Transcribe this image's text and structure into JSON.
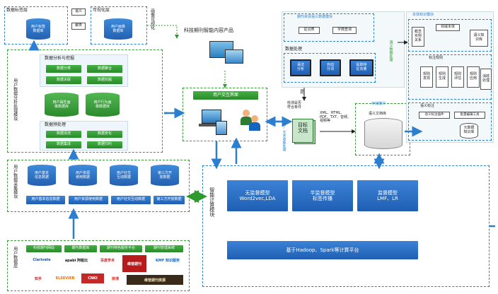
{
  "data_label_layer": {
    "title": "数据标签层",
    "db": "用户标签\n数据库",
    "tag_semantic": "语义",
    "tag_cluster": "聚类"
  },
  "visualization": {
    "title": "可视化层",
    "db": "用户画像\n数据库",
    "side_label": "画像可视化"
  },
  "analysis_module": {
    "side_label": "用户数据分析处理模块",
    "mining": {
      "title": "数据分析与挖掘",
      "items": [
        "数据分类",
        "数据聚合",
        "数据关联",
        "数据挖掘"
      ]
    },
    "dbs": [
      "用户属性画\n像数据库",
      "用户行为画\n像数据库"
    ],
    "prep": {
      "title": "数据预处理",
      "items": [
        "数据清洗",
        "数据变化",
        "数据集成",
        "数据归约"
      ]
    }
  },
  "collect_module": {
    "side_label": "用户数据采集模块",
    "dbs": [
      "用户基本\n信息数据",
      "用户资源\n使用数据",
      "用户社交\n互动数据",
      "第三方开\n放数据"
    ],
    "sources": [
      "用户基本信息数据",
      "用户资源使用数据",
      "用户社交互动数据",
      "第三方开放数据"
    ]
  },
  "user_data_layer": {
    "side_label": "用户数据层",
    "platforms": [
      "科技期刊网站",
      "期刊数据库",
      "期刊特色服务平台",
      "期刊管理系统"
    ],
    "logos": [
      "Clarivate",
      "apabi 阿帕比",
      "百度学术",
      "维普期刊",
      "KMF 知识服务",
      "知乎",
      "ELSEVIER",
      "CNKI",
      "微博",
      "维普期刊资源"
    ]
  },
  "product": {
    "title": "科技期刊智能内容产品",
    "ui_title": "用户交互界面"
  },
  "smart_compute": {
    "side_label": "智能计算模块",
    "models": [
      {
        "name": "无监督模型",
        "sub": "Word2vec,LDA"
      },
      {
        "name": "半监督模型",
        "sub": "标签传播"
      },
      {
        "name": "监督模型",
        "sub": "LMF、LR"
      }
    ],
    "platform": "基于Hadoop、Spark等计算平台"
  },
  "semantic_module": {
    "title": "期刊资源语义数据模块",
    "rules": "征词表",
    "dict": "字典查询",
    "processing": "数据处理",
    "steps": [
      "语法\n分析",
      "自动\n分词",
      "提取特\n征向量"
    ],
    "side_label": "语义数据处理",
    "yes": "是",
    "check": "检测是否\n符合条件",
    "formats": "XML、HTML、\nPDF、TXT、音频、\n视频等",
    "target": "目标\n文档",
    "side2": "标签/文本收集处理"
  },
  "storage": {
    "title": "存储模块",
    "name": "语义文档库"
  },
  "ontology": {
    "title": "本体知识模块",
    "concept": "概念\n实例\n关系",
    "domain": "领域本体",
    "semantic_db": "语义知\n识库",
    "rules_title": "标注规则",
    "rules": [
      "规则\n发现",
      "规则\n生成",
      "规则\n评估",
      "规则\n应用"
    ],
    "expand": "消歧\n处理",
    "annot_title": "语义标注",
    "annot_tool": "语义标注插件",
    "manual_tool": "批量编辑工具",
    "meta": "元数据\n知识库"
  }
}
